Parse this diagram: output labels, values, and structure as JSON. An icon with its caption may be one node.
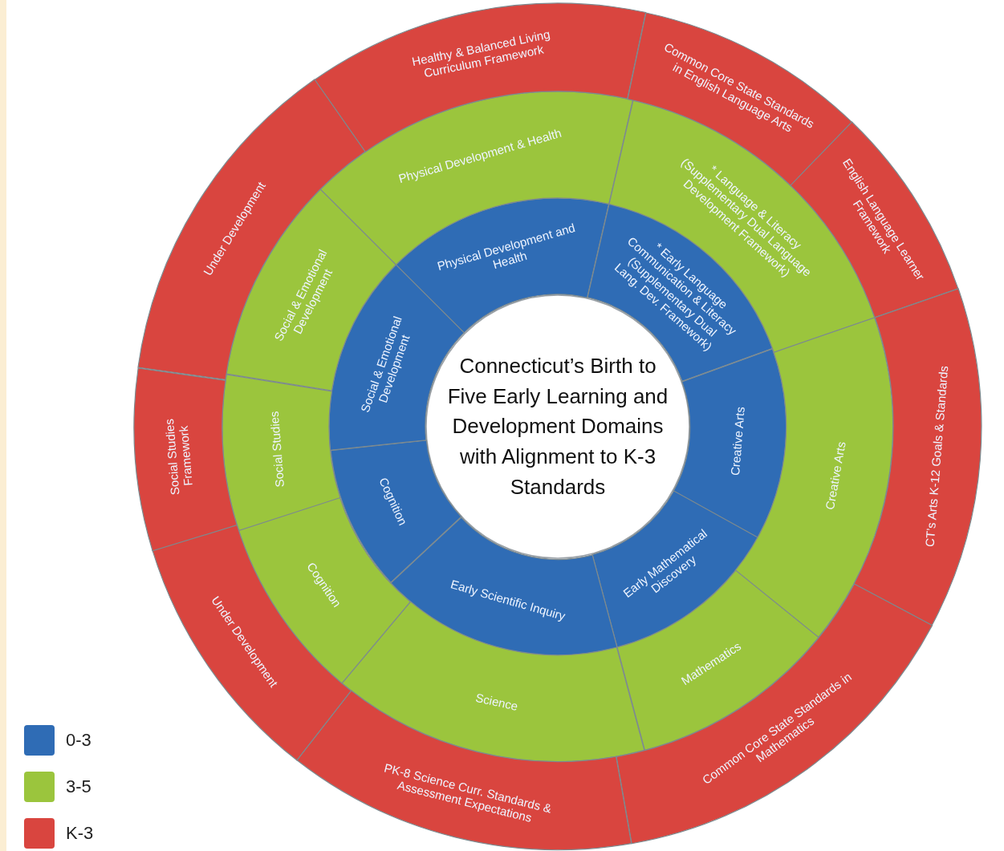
{
  "diagram": {
    "nodes": [
      {
        "text": [
          "Connecticut’s Birth to Five Early Learning and Development Domains with Alignment to K-3 Standards"
        ]
      },
      {
        "text": [
          "Physical Development and Health"
        ]
      },
      {
        "text": [
          "* Early Language Communication & Literacy (Supplementary Dual Lang. Dev. Framework)"
        ]
      },
      {
        "text": [
          "Creative Arts"
        ]
      },
      {
        "text": [
          "Early Mathematical Discovery"
        ]
      },
      {
        "text": [
          "Early Scientific Inquiry"
        ]
      },
      {
        "text": [
          "Cognition"
        ]
      },
      {
        "text": [
          "Social & Emotional Development"
        ]
      },
      {
        "text": [
          "Physical Development & Health"
        ]
      },
      {
        "text": [
          "* Language & Literacy (Supplementary Dual Language Development Framework)"
        ]
      },
      {
        "text": [
          "Creative Arts"
        ]
      },
      {
        "text": [
          "Mathematics"
        ]
      },
      {
        "text": [
          "Science"
        ]
      },
      {
        "text": [
          "Cognition"
        ]
      },
      {
        "text": [
          "Social Studies"
        ]
      },
      {
        "text": [
          "Social & Emotional Development"
        ]
      },
      {
        "text": [
          "Healthy & Balanced Living Curriculum Framework"
        ]
      },
      {
        "text": [
          "Common Core State Standards in English Language Arts"
        ]
      },
      {
        "text": [
          "English Language Learner Framework"
        ]
      },
      {
        "text": [
          "CT’s Arts K-12 Goals & Standards"
        ]
      },
      {
        "text": [
          "Common Core State Standards in Mathematics"
        ]
      },
      {
        "text": [
          "PK-8 Science Curr. Standards & Assessment Expectations"
        ]
      },
      {
        "text": [
          "Under Development"
        ]
      },
      {
        "text": [
          "Social Studies Framework"
        ]
      },
      {
        "text": [
          "Under Development"
        ]
      }
    ],
    "legend": [
      {
        "text": "0-3",
        "color": "#2f6cb5"
      },
      {
        "text": "3-5",
        "color": "#9bc53d"
      },
      {
        "text": "K-3",
        "color": "#d9453f"
      }
    ]
  }
}
